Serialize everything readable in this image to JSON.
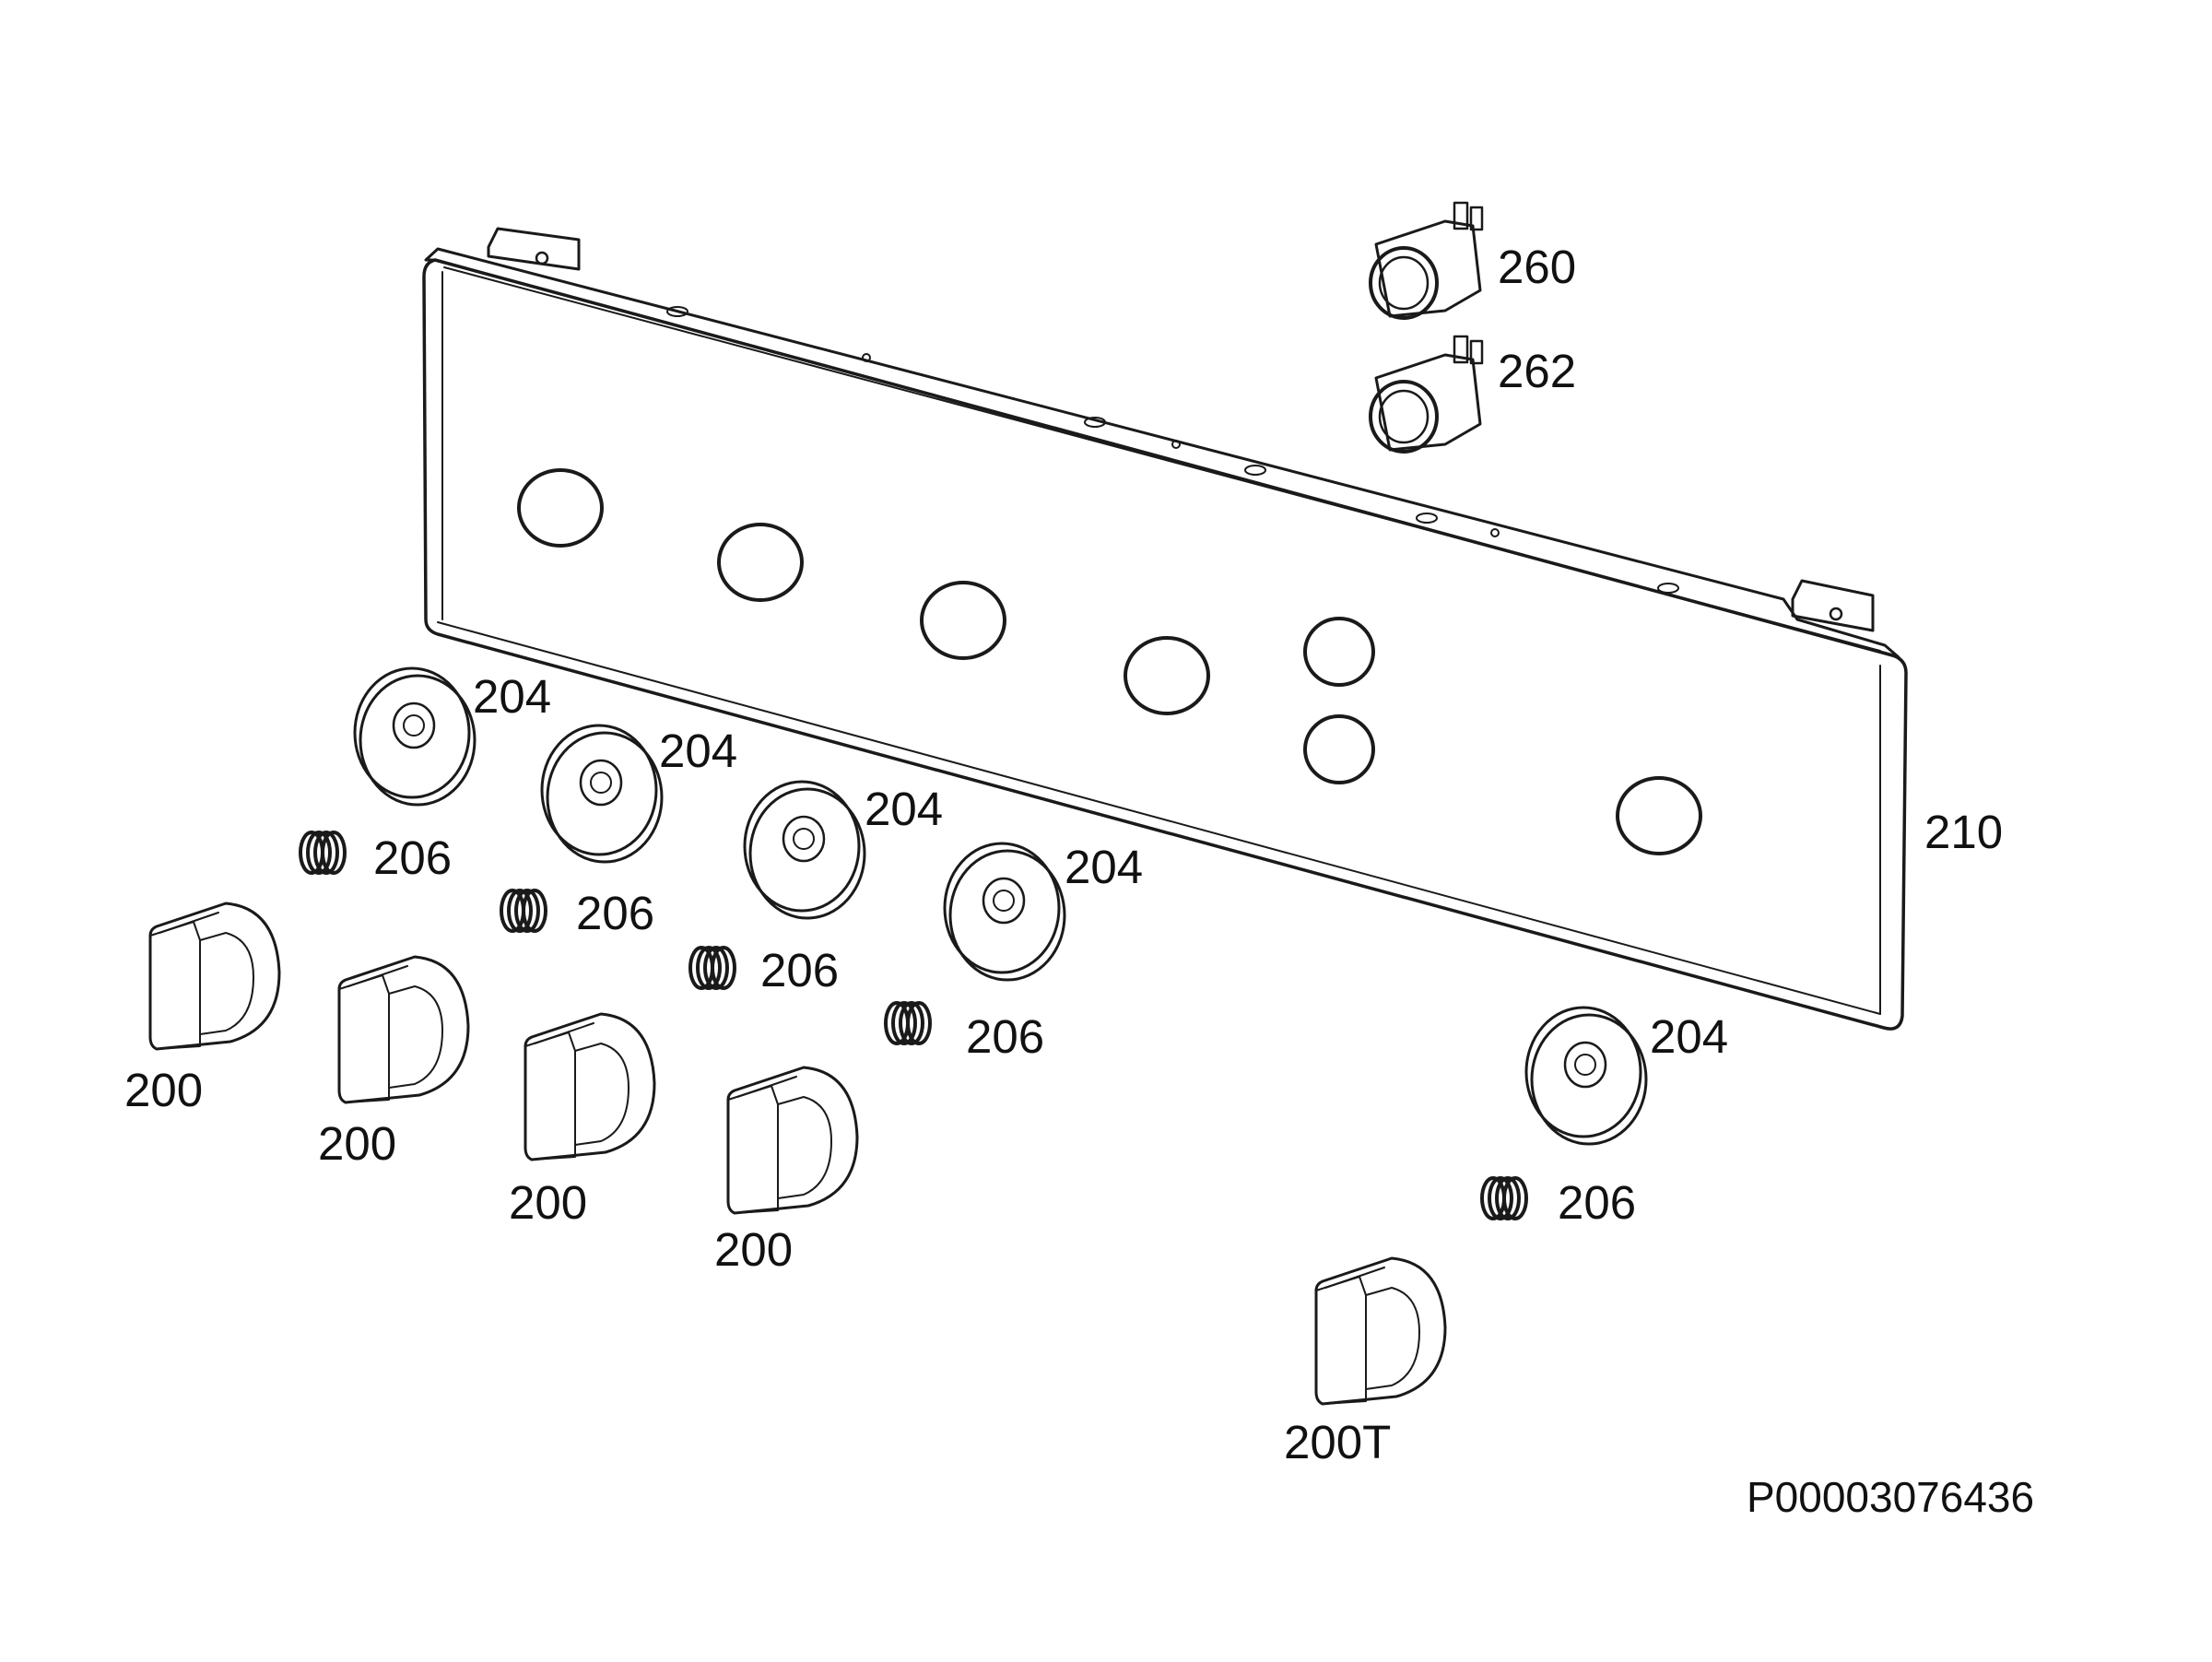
{
  "diagram": {
    "labels": {
      "panel": "210",
      "lamp_1": "260",
      "lamp_2": "262",
      "bezel": "204",
      "spring": "206",
      "knob": "200",
      "knob_t": "200T"
    },
    "document_id": "P00003076436",
    "colors": {
      "line": "#1a1a1a",
      "fill": "#ffffff",
      "knob_shade": "#eeeeee"
    }
  }
}
